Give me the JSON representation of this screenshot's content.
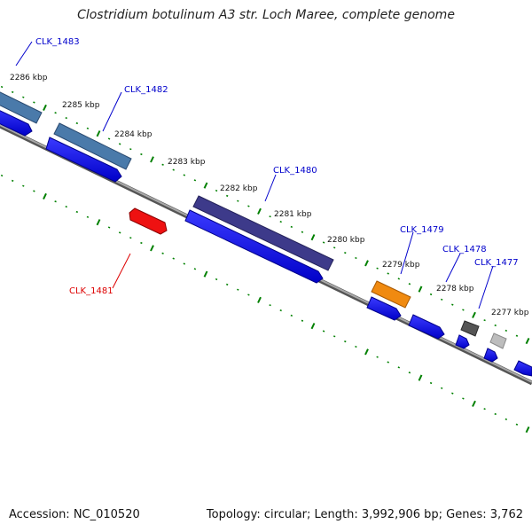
{
  "title": "Clostridium botulinum A3 str. Loch Maree, complete genome",
  "accession_text": "Accession: NC_010520",
  "summary_text": "Topology: circular; Length: 3,992,906 bp; Genes: 3,762",
  "colors": {
    "backbone": "#808080",
    "tick": "#008000",
    "forward_gene": "#0000ee",
    "label_blue": "#0000cc",
    "label_red": "#dd0000"
  },
  "kbp_labels": [
    "2286 kbp",
    "2285 kbp",
    "2284 kbp",
    "2283 kbp",
    "2282 kbp",
    "2281 kbp",
    "2280 kbp",
    "2279 kbp",
    "2278 kbp",
    "2277 kbp"
  ],
  "gene_labels": [
    {
      "id": "CLK_1483",
      "color": "#0000cc"
    },
    {
      "id": "CLK_1482",
      "color": "#0000cc"
    },
    {
      "id": "CLK_1481",
      "color": "#dd0000"
    },
    {
      "id": "CLK_1480",
      "color": "#0000cc"
    },
    {
      "id": "CLK_1479",
      "color": "#0000cc"
    },
    {
      "id": "CLK_1478",
      "color": "#0000cc"
    },
    {
      "id": "CLK_1477",
      "color": "#0000cc"
    }
  ],
  "feature_colors": {
    "CLK_1483": "#4a7aaa",
    "CLK_1482": "#4a7aaa",
    "CLK_1481": "#ee1111",
    "CLK_1480": "#3d3a8a",
    "CLK_1479": "#f08a10",
    "CLK_1478": "#555555",
    "CLK_1477": "#bdbdbd"
  }
}
